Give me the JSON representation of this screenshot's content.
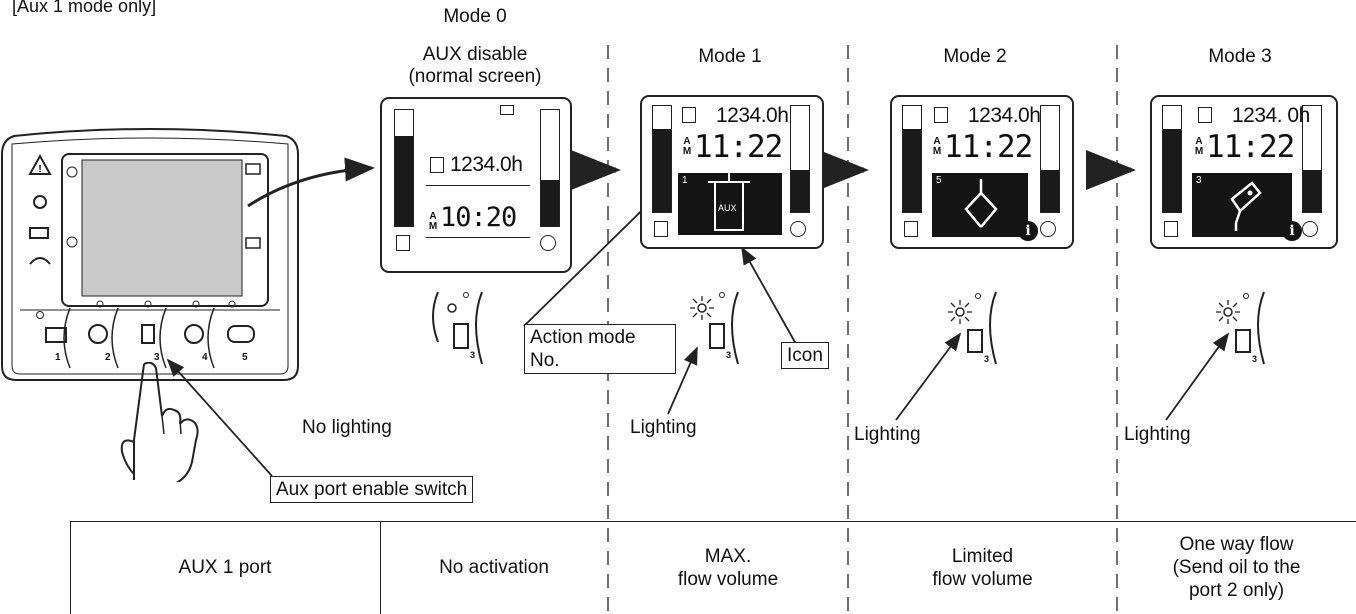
{
  "header_note": "[Aux 1 mode only]",
  "modes": [
    {
      "title": "Mode 0",
      "subtitle1": "AUX disable",
      "subtitle2": "(normal screen)",
      "hour": "1234.0h",
      "clock": "10:20"
    },
    {
      "title": "Mode 1",
      "hour": "1234.0h",
      "clock": "11:22",
      "mode_no": "1",
      "icon_text": "AUX"
    },
    {
      "title": "Mode 2",
      "hour": "1234.0h",
      "clock": "11:22",
      "mode_no": "5"
    },
    {
      "title": "Mode 3",
      "hour": "1234. 0h",
      "clock": "11:22",
      "mode_no": "3"
    }
  ],
  "ampm": {
    "a": "A",
    "m": "M"
  },
  "info_glyph": "i",
  "switch_number": "3",
  "labels": {
    "no_lighting": "No lighting",
    "lighting": "Lighting",
    "action_mode_1": "Action mode",
    "action_mode_2": "No.",
    "icon": "Icon",
    "aux_switch": "Aux port enable switch"
  },
  "panel_buttons": [
    "1",
    "2",
    "3",
    "4",
    "5"
  ],
  "table": {
    "row_header": "AUX 1 port",
    "cells": [
      {
        "lines": [
          "No activation"
        ]
      },
      {
        "lines": [
          "MAX.",
          "flow volume"
        ]
      },
      {
        "lines": [
          "Limited",
          "flow volume"
        ]
      },
      {
        "lines": [
          "One way flow",
          "(Send oil to the",
          "port 2 only)"
        ]
      }
    ]
  }
}
